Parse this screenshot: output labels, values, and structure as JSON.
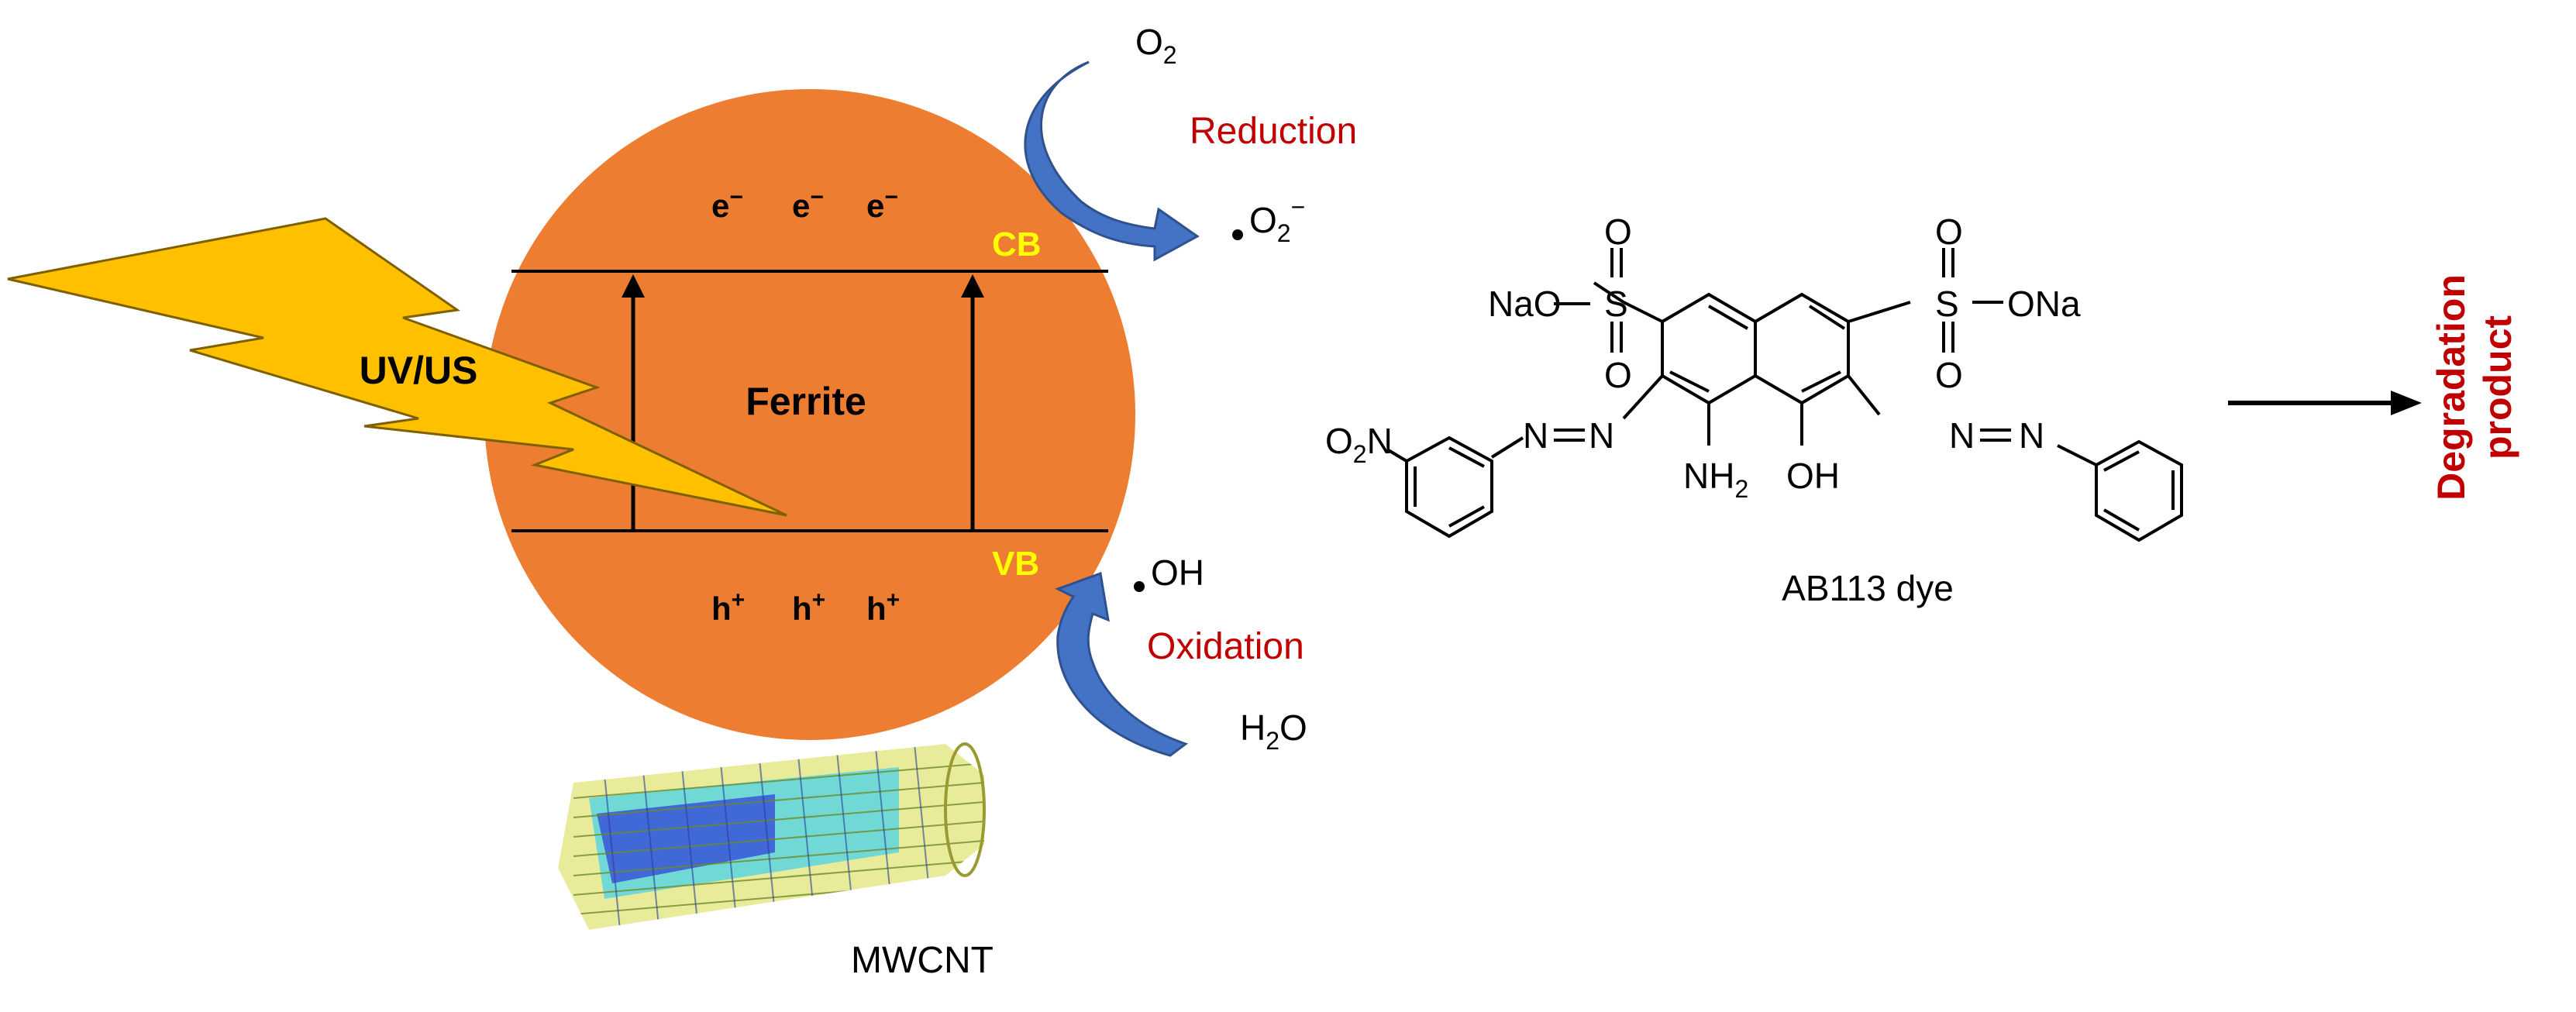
{
  "labels": {
    "electron": "e",
    "electron_sup": "−",
    "hole": "h",
    "hole_sup": "+",
    "cb": "CB",
    "vb": "VB",
    "ferrite": "Ferrite",
    "light": "UV/US",
    "mwcnt": "MWCNT",
    "o2": "O",
    "o2_sub": "2",
    "reduction": "Reduction",
    "superoxide": "O",
    "superoxide_sub": "2",
    "superoxide_sup": "−",
    "hydroxyl": "OH",
    "oxidation": "Oxidation",
    "water_h": "H",
    "water_sub": "2",
    "water_o": "O",
    "dye_name": "AB113 dye",
    "degradation_line1": "Degradation",
    "degradation_line2": "product"
  },
  "molecule": {
    "naO_left": "NaO",
    "s_left": "S",
    "o_top_left": "O",
    "o_bottom_left": "O",
    "s_right": "S",
    "ona_right": "ONa",
    "o_top_right": "O",
    "o_bottom_right": "O",
    "n1": "N",
    "n2": "N",
    "n3": "N",
    "n4": "N",
    "nitro_o": "O",
    "nitro_sub": "2",
    "nitro_n": "N",
    "nh": "NH",
    "nh_sub": "2",
    "oh": "OH"
  },
  "colors": {
    "ferrite": "#ED7D31",
    "bolt": "#FFC000",
    "arrow_blue": "#4472C4",
    "label_red": "#C00000",
    "band_yellow": "#FFFF00"
  }
}
